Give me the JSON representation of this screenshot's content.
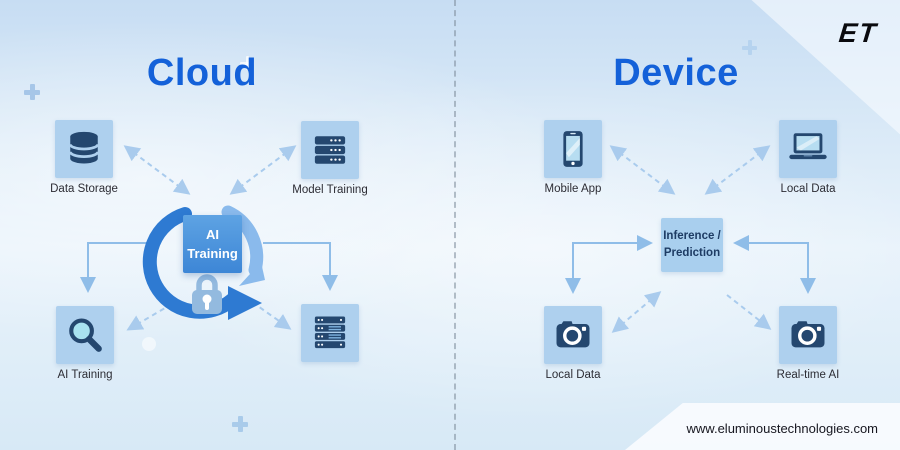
{
  "brand": {
    "logo_text": "ET"
  },
  "footer": {
    "website": "www.eluminoustechnologies.com"
  },
  "cloud": {
    "title": "Cloud",
    "center_box": {
      "line1": "AI",
      "line2": "Training"
    },
    "nodes": [
      {
        "label": "Data Storage",
        "icon": "database-icon"
      },
      {
        "label": "Model Training",
        "icon": "server-dots-icon"
      },
      {
        "label": "AI Training",
        "icon": "search-icon"
      },
      {
        "label": "",
        "icon": "server-rack-icon"
      }
    ]
  },
  "device": {
    "title": "Device",
    "center_box": {
      "line1": "Inference /",
      "line2": "Prediction"
    },
    "nodes": [
      {
        "label": "Mobile App",
        "icon": "smartphone-icon"
      },
      {
        "label": "Local Data",
        "icon": "laptop-icon"
      },
      {
        "label": "Local Data",
        "icon": "camera-icon"
      },
      {
        "label": "Real-time AI",
        "icon": "camera-icon"
      }
    ]
  },
  "colors": {
    "title_blue": "#1461d9",
    "node_box": "#aed0ee",
    "icon_navy": "#24476f",
    "center_box_blue": "#4a94dc",
    "center_box_light": "#a9cfee",
    "solid_arrow": "#8fbde8",
    "dashed_arrow": "#a9cbed",
    "ring_dark": "#2e7ad2",
    "ring_light": "#8abaec",
    "lock_body": "#93badf"
  }
}
